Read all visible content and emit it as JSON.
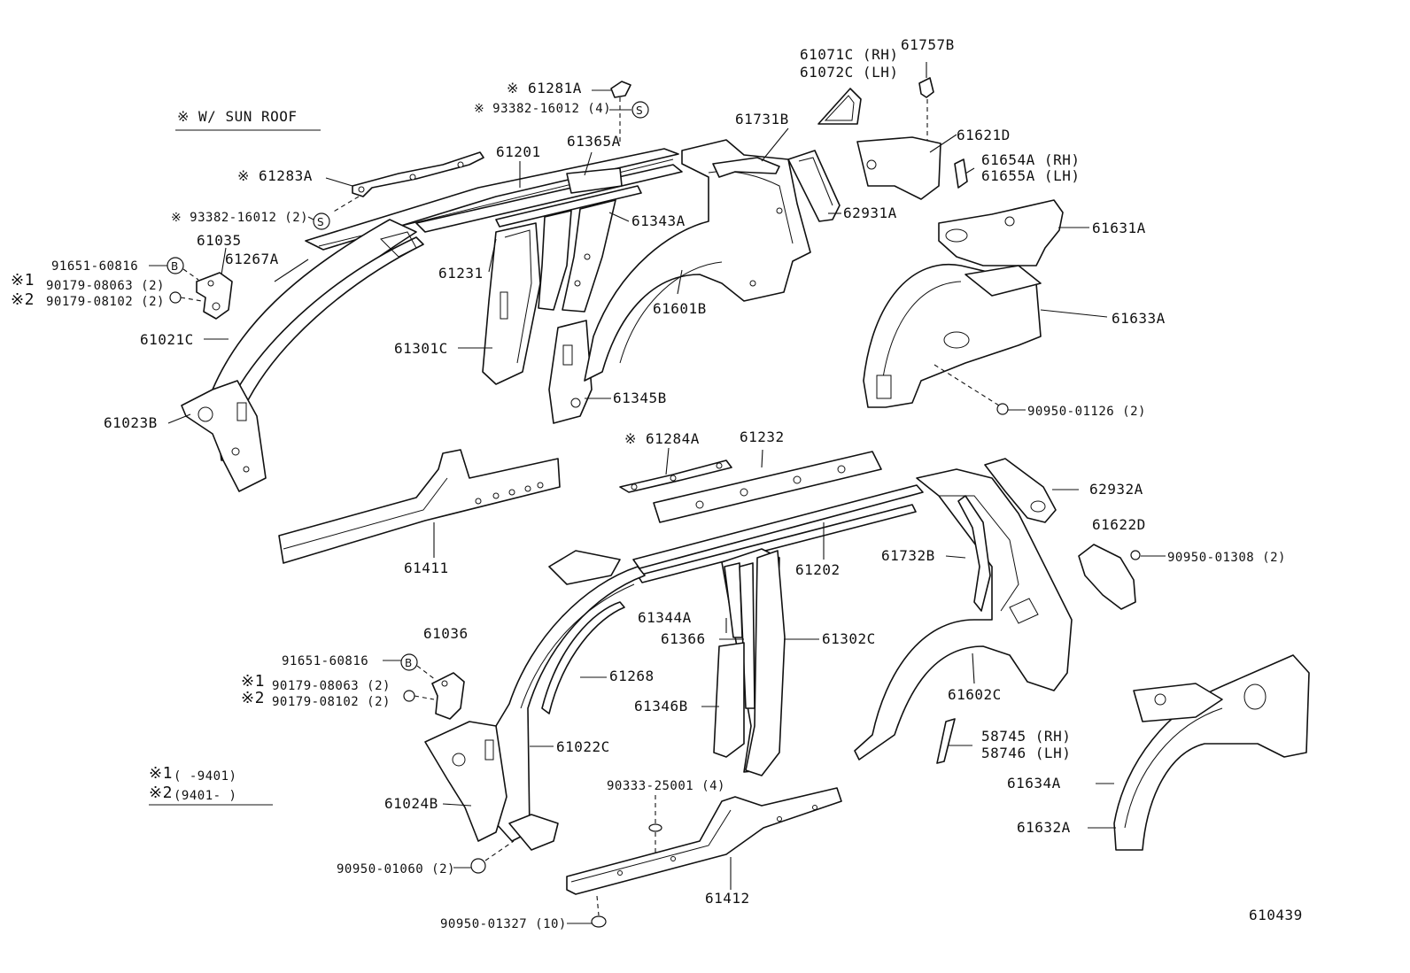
{
  "notes": {
    "sun_roof": "※ W/ SUN ROOF",
    "mark1_symbol": "※1",
    "mark1_range": "(      -9401)",
    "mark2_symbol": "※2",
    "mark2_range": "(9401-        )"
  },
  "diagram_id": "610439",
  "circle_marks": {
    "B": "B",
    "S": "S"
  },
  "labels": {
    "p61071C": "61071C (RH)",
    "p61072C": "61072C (LH)",
    "p61757B": "61757B",
    "p61281A": "※ 61281A",
    "p93382_top": "※ 93382-16012 (4)",
    "p61731B": "61731B",
    "p61621D": "61621D",
    "p61654A": "61654A (RH)",
    "p61655A": "61655A (LH)",
    "p61365A": "61365A",
    "p61201": "61201",
    "p61283A": "※ 61283A",
    "p62931A": "62931A",
    "p93382_left": "※ 93382-16012 (2)",
    "p61631A": "61631A",
    "p61035": "61035",
    "p61343A": "61343A",
    "p61267A": "61267A",
    "p91651_top": "91651-60816",
    "p90179_08063_top": "90179-08063 (2)",
    "p90179_08102_top": "90179-08102 (2)",
    "p61231": "61231",
    "p61601B": "61601B",
    "p61633A": "61633A",
    "p61021C": "61021C",
    "p61301C": "61301C",
    "p61345B": "61345B",
    "p90950_01126": "90950-01126 (2)",
    "p61023B": "61023B",
    "p61284A": "※ 61284A",
    "p61232": "61232",
    "p62932A": "62932A",
    "p61622D": "61622D",
    "p90950_01308": "90950-01308 (2)",
    "p61411": "61411",
    "p61202": "61202",
    "p61732B": "61732B",
    "p61344A": "61344A",
    "p61036": "61036",
    "p61366": "61366",
    "p61302C": "61302C",
    "p91651_bot": "91651-60816",
    "p61268": "61268",
    "p90179_08063_bot": "90179-08063 (2)",
    "p90179_08102_bot": "90179-08102 (2)",
    "p61346B": "61346B",
    "p61602C": "61602C",
    "p61022C": "61022C",
    "p58745": "58745 (RH)",
    "p58746": "58746 (LH)",
    "p90333": "90333-25001 (4)",
    "p61634A": "61634A",
    "p61024B": "61024B",
    "p61632A": "61632A",
    "p90950_01060": "90950-01060 (2)",
    "p61412": "61412",
    "p90950_01327": "90950-01327 (10)"
  }
}
